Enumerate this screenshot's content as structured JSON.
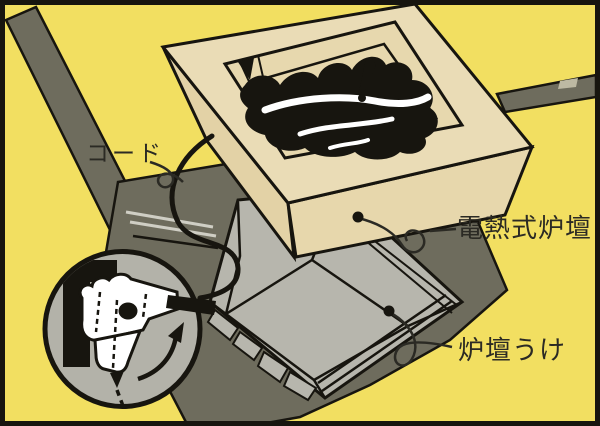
{
  "figure": {
    "labels": {
      "cord": "コード",
      "electric_hearth": "電熱式炉壇",
      "hearth_receiver": "炉壇うけ"
    },
    "palette": {
      "tatami_yellow": "#F2DF61",
      "hearth_beige": "#EADCB6",
      "border_dark_gray": "#6E6C5D",
      "recess_light_gray": "#B7B6AD",
      "line_black": "#17150F"
    }
  }
}
